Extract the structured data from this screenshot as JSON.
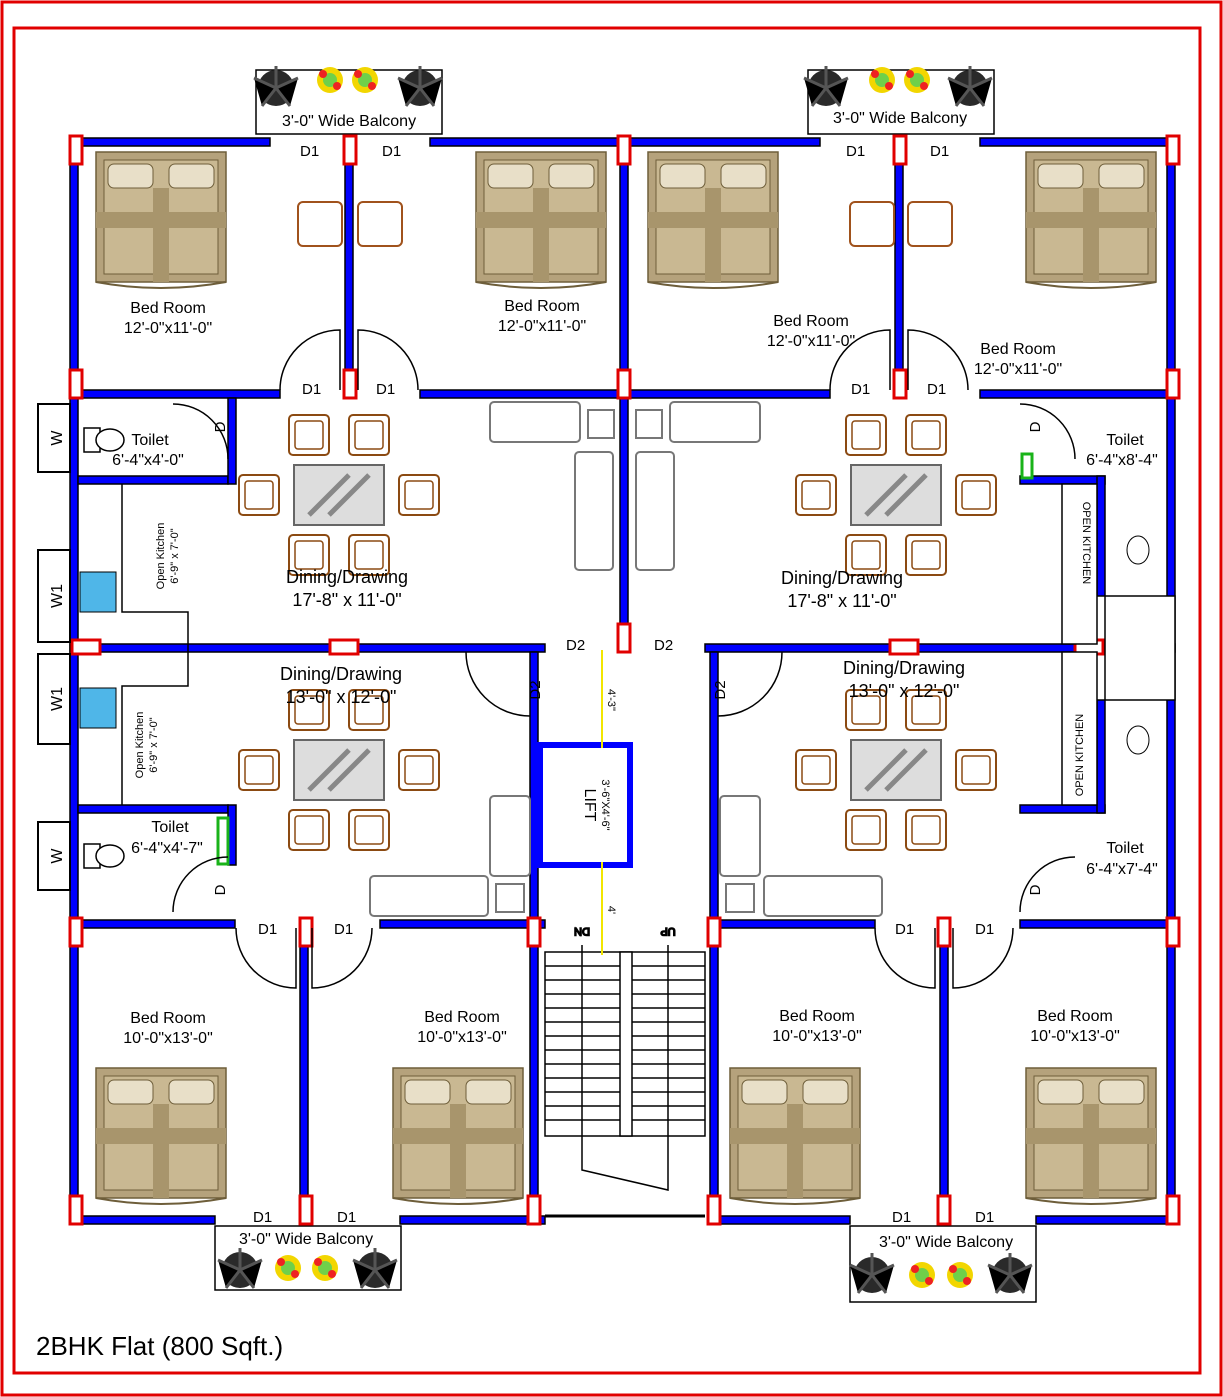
{
  "title": "2BHK Flat (800 Sqft.)",
  "colors": {
    "border": "#e10000",
    "wall": "#0000ff",
    "furniture": "#b5a27c",
    "chair": "#a0521c",
    "sofa": "#777777"
  },
  "balconies": {
    "top_left": "3'-0\" Wide Balcony",
    "top_right": "3'-0\" Wide Balcony",
    "bottom_left": "3'-0\" Wide Balcony",
    "bottom_right": "3'-0\" Wide Balcony"
  },
  "bedrooms": {
    "b1": {
      "name": "Bed Room",
      "size": "12'-0\"x11'-0\""
    },
    "b2": {
      "name": "Bed Room",
      "size": "12'-0\"x11'-0\""
    },
    "b3": {
      "name": "Bed Room",
      "size": "12'-0\"x11'-0\""
    },
    "b4": {
      "name": "Bed Room",
      "size": "12'-0\"x11'-0\""
    },
    "b5": {
      "name": "Bed Room",
      "size": "10'-0\"x13'-0\""
    },
    "b6": {
      "name": "Bed Room",
      "size": "10'-0\"x13'-0\""
    },
    "b7": {
      "name": "Bed Room",
      "size": "10'-0\"x13'-0\""
    },
    "b8": {
      "name": "Bed Room",
      "size": "10'-0\"x13'-0\""
    }
  },
  "dining": {
    "d1": {
      "name": "Dining/Drawing",
      "size": "17'-8\" x 11'-0\""
    },
    "d2": {
      "name": "Dining/Drawing",
      "size": "17'-8\" x 11'-0\""
    },
    "d3": {
      "name": "Dining/Drawing",
      "size": "13'-0\" x 12'-0\""
    },
    "d4": {
      "name": "Dining/Drawing",
      "size": "13'-0\" x 12'-0\""
    }
  },
  "toilets": {
    "t1": {
      "name": "Toilet",
      "size": "6'-4\"x4'-0\""
    },
    "t2": {
      "name": "Toilet",
      "size": "6'-4\"x8'-4\""
    },
    "t3": {
      "name": "Toilet",
      "size": "6'-4\"x4'-7\""
    },
    "t4": {
      "name": "Toilet",
      "size": "6'-4\"x7'-4\""
    }
  },
  "kitchens": {
    "k1": {
      "name": "Open Kitchen",
      "size": "6'-9\" x 7'-0\""
    },
    "k2": {
      "name": "Open Kitchen",
      "size": "6'-9\" x 7'-0\""
    },
    "k3": "OPEN KITCHEN",
    "k4": "OPEN KITCHEN"
  },
  "lift": {
    "name": "LIFT",
    "size": "3'-6\"X4'-6\""
  },
  "stairs": {
    "down": "DN",
    "up": "UP"
  },
  "doors": {
    "d1": "D1",
    "d2": "D2",
    "d": "D"
  },
  "windows": {
    "w": "W",
    "w1": "W1"
  },
  "dims": {
    "a": "4'-3\"",
    "b": "4'"
  }
}
